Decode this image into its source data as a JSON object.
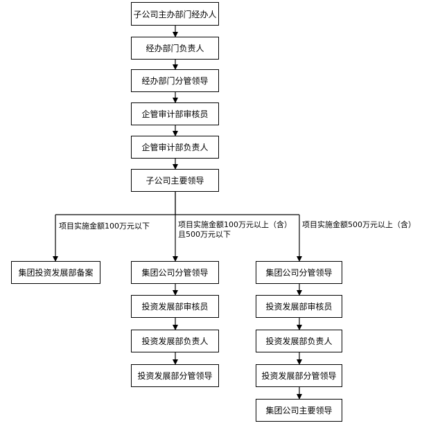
{
  "main_chain": [
    "子公司主办部门经办人",
    "经办部门负责人",
    "经办部门分管领导",
    "企管审计部审核员",
    "企管审计部负责人",
    "子公司主要领导"
  ],
  "branches": {
    "left": {
      "condition": "项目实施金额100万元以下",
      "steps": [
        "集团投资发展部备案"
      ]
    },
    "middle": {
      "condition_line1": "项目实施金额100万元以上（含）",
      "condition_line2": "且500万元以下",
      "steps": [
        "集团公司分管领导",
        "投资发展部审核员",
        "投资发展部负责人",
        "投资发展部分管领导"
      ]
    },
    "right": {
      "condition": "项目实施金额500万元以上（含）",
      "steps": [
        "集团公司分管领导",
        "投资发展部审核员",
        "投资发展部负责人",
        "投资发展部分管领导",
        "集团公司主要领导"
      ]
    }
  }
}
